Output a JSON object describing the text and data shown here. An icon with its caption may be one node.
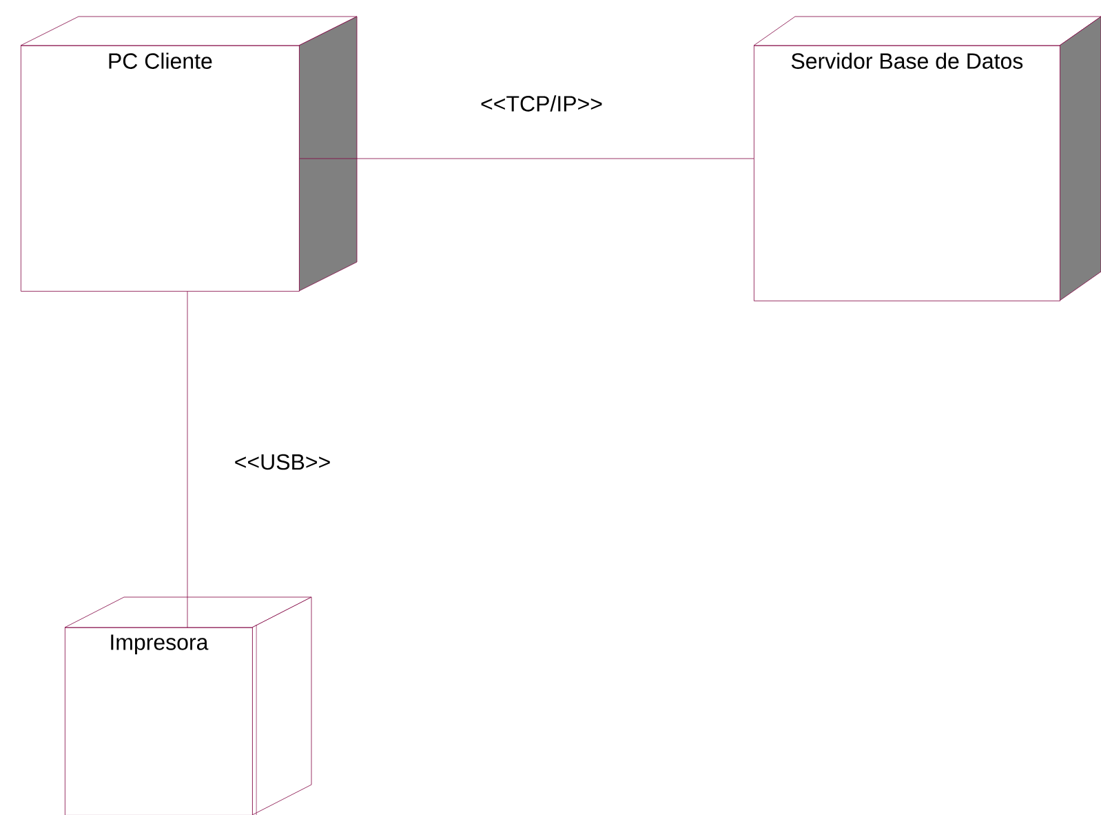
{
  "diagram": {
    "nodes": [
      {
        "text": [
          "PC Cliente"
        ]
      },
      {
        "text": [
          "Servidor Base de Datos"
        ]
      },
      {
        "text": [
          "Impresora"
        ]
      }
    ],
    "edges": [
      {
        "from": 0,
        "to": 1,
        "arrow": "none",
        "label": "<<TCP/IP>>"
      },
      {
        "from": 0,
        "to": 2,
        "arrow": "none",
        "label": "<<USB>>"
      }
    ]
  }
}
